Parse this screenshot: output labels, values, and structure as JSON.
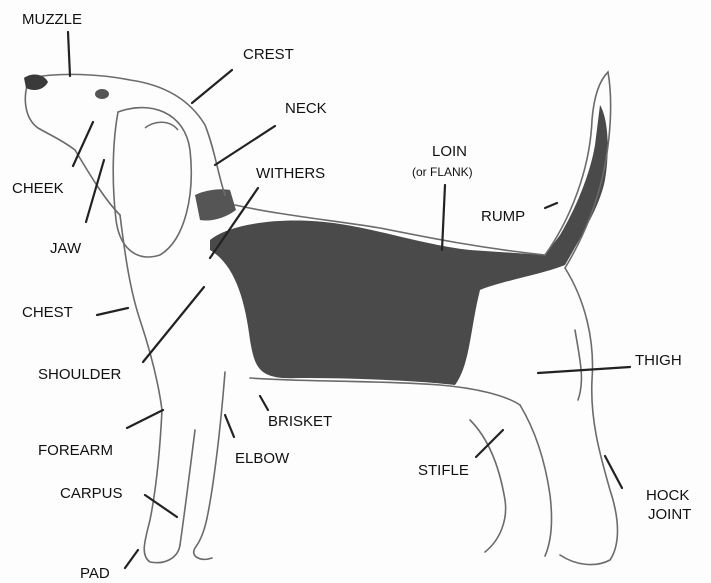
{
  "diagram": {
    "labels": {
      "muzzle": "MUZZLE",
      "crest": "CREST",
      "neck": "NECK",
      "withers": "WITHERS",
      "loin": "LOIN",
      "loin_note": "(or FLANK)",
      "rump": "RUMP",
      "cheek": "CHEEK",
      "jaw": "JAW",
      "chest": "CHEST",
      "shoulder": "SHOULDER",
      "thigh": "THIGH",
      "brisket": "BRISKET",
      "forearm": "FOREARM",
      "elbow": "ELBOW",
      "stifle": "STIFLE",
      "carpus": "CARPUS",
      "hock_joint_line1": "HOCK",
      "hock_joint_line2": "JOINT",
      "pad": "PAD"
    },
    "colors": {
      "outline": "#6b6b6b",
      "saddle": "#4a4a4a",
      "pointer": "#222222",
      "paper": "#fdfdfd"
    }
  }
}
